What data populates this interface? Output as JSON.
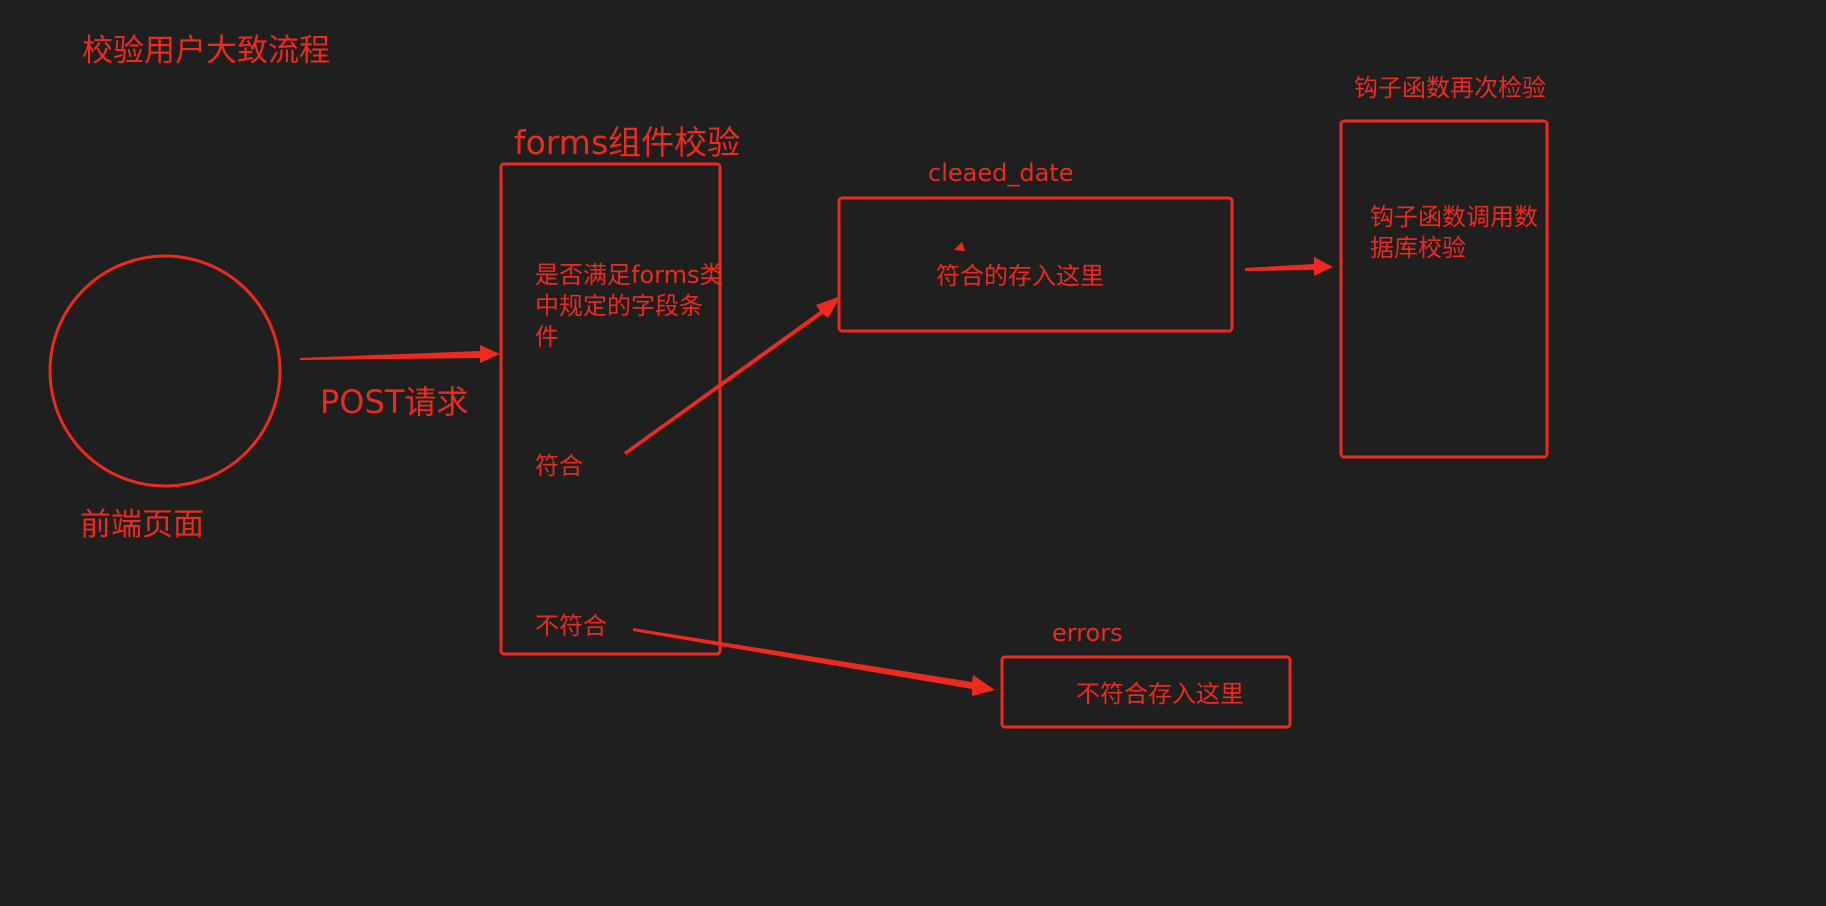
{
  "colors": {
    "background": "#1f1f1f",
    "accent": "#ee2a1f"
  },
  "title": "校验用户大致流程",
  "frontend": {
    "label": "前端页面"
  },
  "request": {
    "label": "POST请求"
  },
  "forms": {
    "title": "forms组件校验",
    "description": "是否满足forms类中规定的字段条件",
    "match": "符合",
    "nomatch": "不符合"
  },
  "cleaned": {
    "title": "cleaed_date",
    "text": "符合的存入这里"
  },
  "hook": {
    "title": "钩子函数再次检验",
    "text": "钩子函数调用数据库校验"
  },
  "errors": {
    "title": "errors",
    "text": "不符合存入这里"
  }
}
